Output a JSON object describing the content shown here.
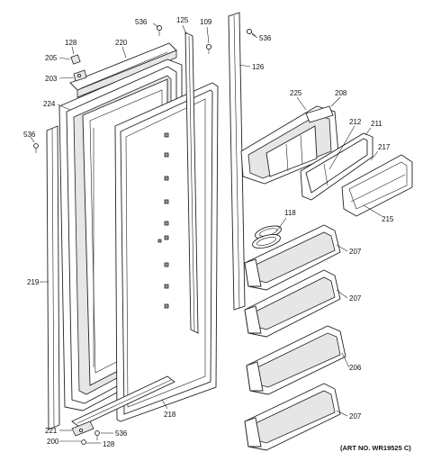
{
  "labels": {
    "l536_top": "536",
    "l125": "125",
    "l109": "109",
    "l536_right": "536",
    "l126": "126",
    "l220": "220",
    "l128_top": "128",
    "l205": "205",
    "l203": "203",
    "l224": "224",
    "l536_left": "536",
    "l225": "225",
    "l208": "208",
    "l212": "212",
    "l211": "211",
    "l217": "217",
    "l215": "215",
    "l118": "118",
    "l207_a": "207",
    "l207_b": "207",
    "l206": "206",
    "l207_c": "207",
    "l219": "219",
    "l218": "218",
    "l221": "221",
    "l200": "200",
    "l536_bottom": "536",
    "l128_bottom": "128"
  },
  "art_number": "(ART NO. WR19525 C)"
}
